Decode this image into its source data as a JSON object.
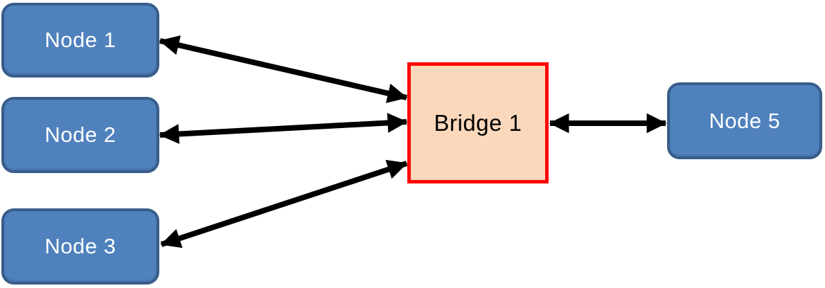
{
  "diagram": {
    "nodes": [
      {
        "id": "node1",
        "label": "Node 1"
      },
      {
        "id": "node2",
        "label": "Node 2"
      },
      {
        "id": "node3",
        "label": "Node 3"
      },
      {
        "id": "node5",
        "label": "Node 5"
      }
    ],
    "bridge": {
      "label": "Bridge 1"
    },
    "connections": [
      {
        "from": "Node 1",
        "to": "Bridge 1",
        "bidirectional": true
      },
      {
        "from": "Node 2",
        "to": "Bridge 1",
        "bidirectional": true
      },
      {
        "from": "Node 3",
        "to": "Bridge 1",
        "bidirectional": true
      },
      {
        "from": "Bridge 1",
        "to": "Node 5",
        "bidirectional": true
      }
    ],
    "colors": {
      "node_fill": "#4f81bd",
      "node_border": "#385d8a",
      "node_text": "#ffffff",
      "bridge_fill": "#fbd8bb",
      "bridge_border": "#ff0000",
      "bridge_text": "#000000",
      "arrow": "#000000"
    }
  }
}
